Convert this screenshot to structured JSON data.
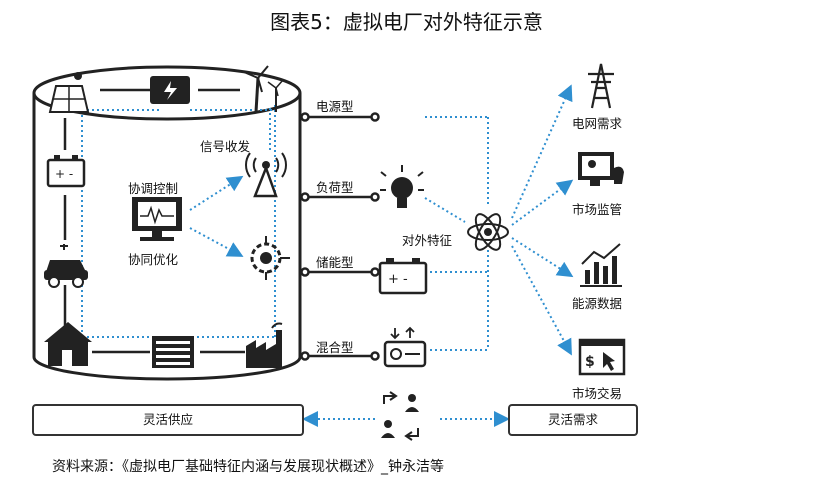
{
  "title": "图表5：虚拟电厂对外特征示意",
  "inner": {
    "signal_label": "信号收发",
    "coord_label": "协调控制",
    "optimize_label": "协同优化"
  },
  "types": [
    "电源型",
    "负荷型",
    "储能型",
    "混合型"
  ],
  "center_label": "对外特征",
  "right": [
    "电网需求",
    "市场监管",
    "能源数据",
    "市场交易"
  ],
  "bottom": {
    "supply": "灵活供应",
    "demand": "灵活需求"
  },
  "source": "资料来源：《虚拟电厂基础特征内涵与发展现状概述》_钟永洁等",
  "colors": {
    "dotted": "#2f8fd0",
    "stroke": "#222222"
  },
  "icons": [
    "solar-panel-icon",
    "battery-charger-icon",
    "wind-turbine-icon",
    "battery-icon",
    "electric-car-icon",
    "house-icon",
    "office-building-icon",
    "factory-icon",
    "computer-icon",
    "signal-tower-icon",
    "gear-icon",
    "lightbulb-icon",
    "storage-battery-icon",
    "meter-icon",
    "atom-icon",
    "power-tower-icon",
    "monitor-icon",
    "bar-chart-icon",
    "trading-screen-icon",
    "exchange-people-icon"
  ]
}
